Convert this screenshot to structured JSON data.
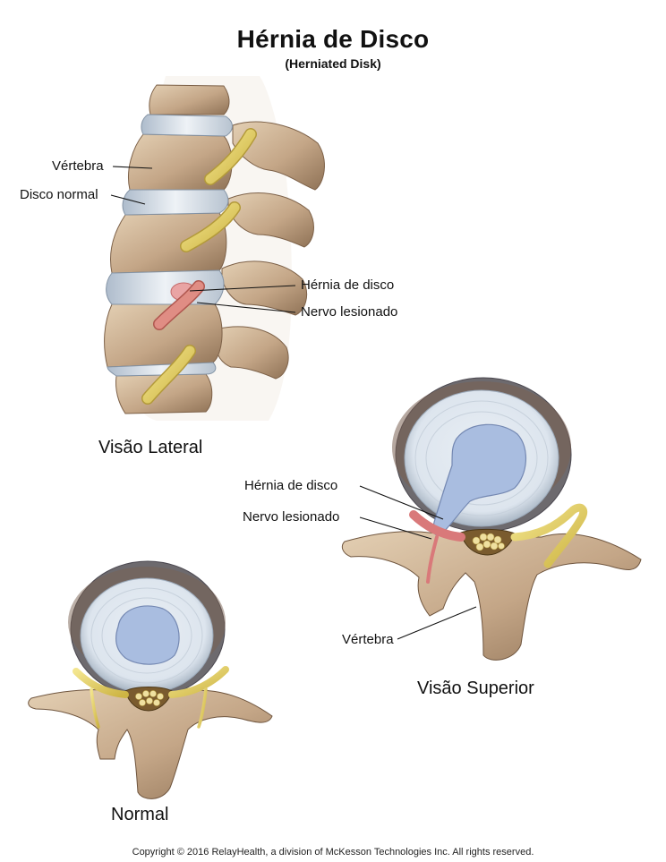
{
  "title": "Hérnia de Disco",
  "subtitle": "(Herniated Disk)",
  "lateral_view": {
    "caption": "Visão Lateral",
    "labels": {
      "vertebra": "Vértebra",
      "normal_disc": "Disco normal",
      "herniated_disc": "Hérnia de disco",
      "damaged_nerve": "Nervo lesionado"
    }
  },
  "superior_view": {
    "caption": "Visão Superior",
    "labels": {
      "herniated_disc": "Hérnia de disco",
      "damaged_nerve": "Nervo lesionado",
      "vertebra": "Vértebra"
    }
  },
  "normal_view": {
    "caption": "Normal"
  },
  "copyright": "Copyright © 2016 RelayHealth, a division of McKesson Technologies Inc. All rights reserved.",
  "colors": {
    "bone": "#c9ad8b",
    "bone_dark": "#8c6f52",
    "disc": "#d6dee8",
    "nucleus": "#9fb3d6",
    "nerve": "#e2cf6a",
    "inflamed": "#e07a7a"
  }
}
